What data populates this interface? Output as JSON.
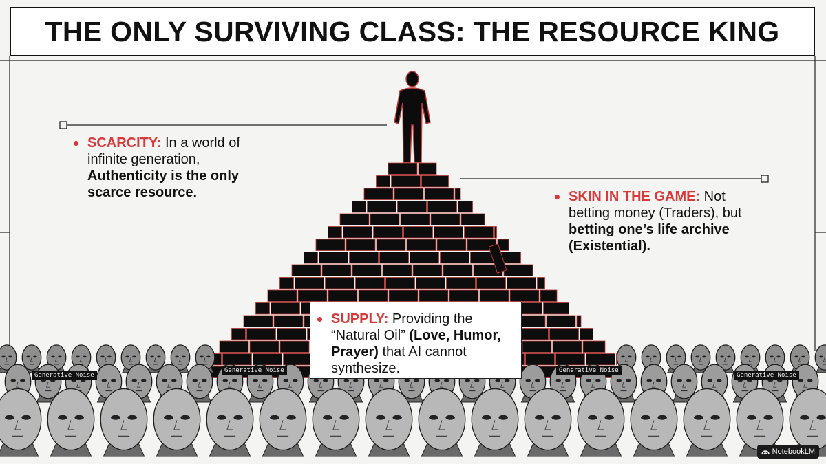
{
  "title": "THE ONLY SURVIVING CLASS: THE RESOURCE KING",
  "callouts": {
    "scarcity": {
      "key": "SCARCITY:",
      "text": " In a world of infinite generation, ",
      "bold": "Authenticity is the only scarce resource."
    },
    "skin": {
      "key": "SKIN IN THE GAME:",
      "text": " Not betting money (Traders), but ",
      "bold": "betting one’s life archive (Existential)."
    },
    "supply": {
      "key": "SUPPLY:",
      "text": " Providing the “Natural Oil” ",
      "bold": "(Love, Humor, Prayer)",
      "tail": " that AI cannot synthesize."
    }
  },
  "noise_label": "Generative Noise",
  "badge": {
    "label": "NotebookLM",
    "icon": "notebooklm-icon"
  },
  "colors": {
    "accent": "#d9393b",
    "ink": "#111111",
    "background": "#f4f4f2"
  }
}
